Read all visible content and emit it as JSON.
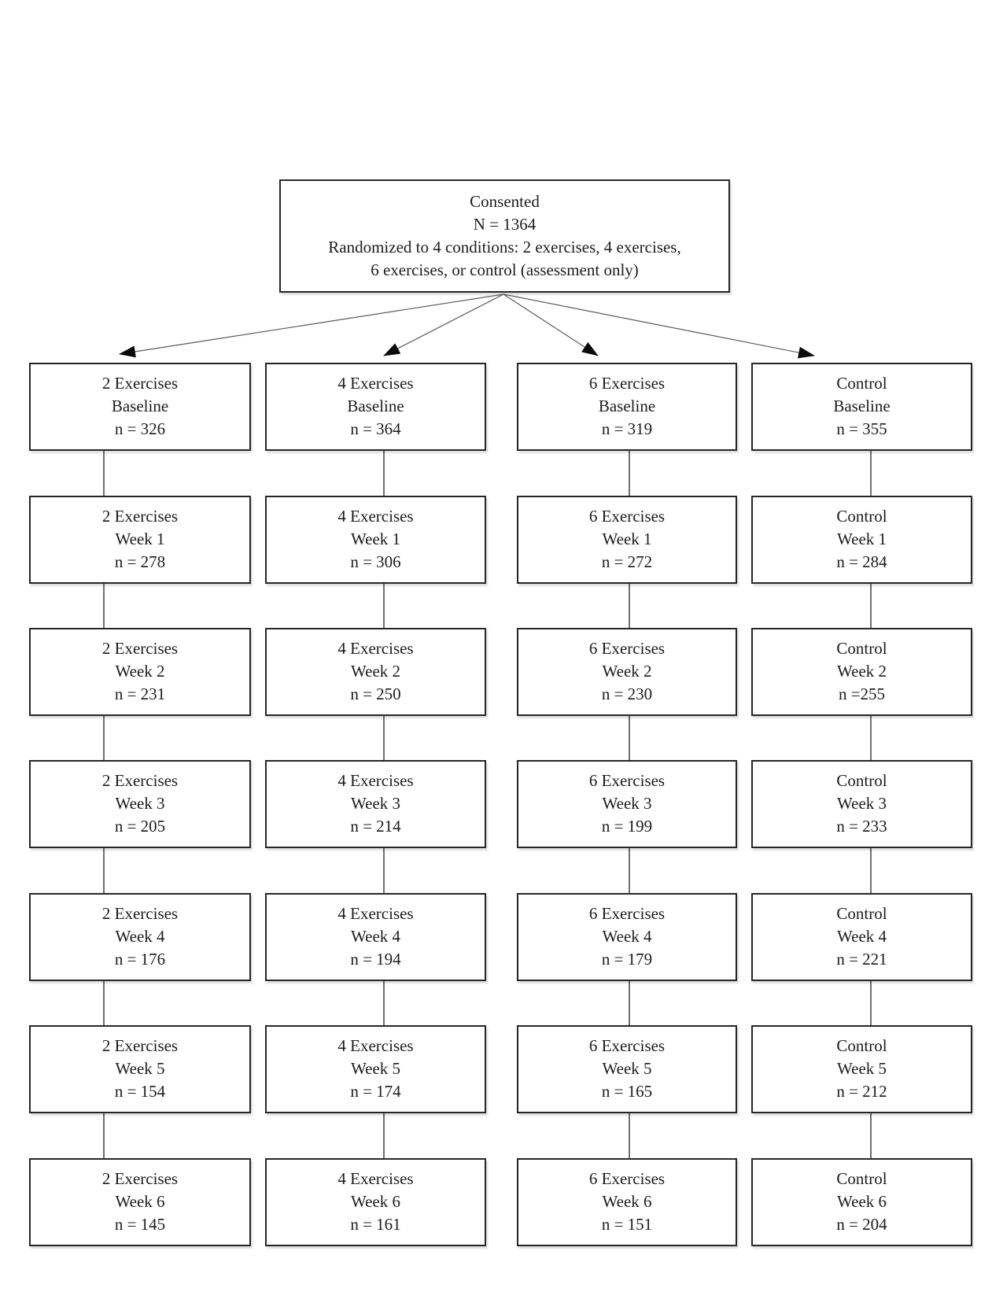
{
  "top_box": {
    "line1": "Consented",
    "line2": "N = 1364",
    "line3": "Randomized to 4 conditions: 2 exercises, 4 exercises,",
    "line4": "6 exercises, or control (assessment only)"
  },
  "columns": [
    {
      "group": "2 Exercises",
      "rows": [
        {
          "stage": "Baseline",
          "n": "n = 326"
        },
        {
          "stage": "Week 1",
          "n": "n = 278"
        },
        {
          "stage": "Week 2",
          "n": "n = 231"
        },
        {
          "stage": "Week 3",
          "n": "n = 205"
        },
        {
          "stage": "Week 4",
          "n": "n = 176"
        },
        {
          "stage": "Week 5",
          "n": "n = 154"
        },
        {
          "stage": "Week 6",
          "n": "n = 145"
        }
      ]
    },
    {
      "group": "4 Exercises",
      "rows": [
        {
          "stage": "Baseline",
          "n": "n = 364"
        },
        {
          "stage": "Week 1",
          "n": "n = 306"
        },
        {
          "stage": "Week 2",
          "n": "n = 250"
        },
        {
          "stage": "Week 3",
          "n": "n = 214"
        },
        {
          "stage": "Week 4",
          "n": "n = 194"
        },
        {
          "stage": "Week 5",
          "n": "n = 174"
        },
        {
          "stage": "Week 6",
          "n": "n = 161"
        }
      ]
    },
    {
      "group": "6 Exercises",
      "rows": [
        {
          "stage": "Baseline",
          "n": "n = 319"
        },
        {
          "stage": "Week 1",
          "n": "n = 272"
        },
        {
          "stage": "Week 2",
          "n": "n = 230"
        },
        {
          "stage": "Week 3",
          "n": "n = 199"
        },
        {
          "stage": "Week 4",
          "n": "n = 179"
        },
        {
          "stage": "Week 5",
          "n": "n = 165"
        },
        {
          "stage": "Week 6",
          "n": "n = 151"
        }
      ]
    },
    {
      "group": "Control",
      "rows": [
        {
          "stage": "Baseline",
          "n": "n = 355"
        },
        {
          "stage": "Week 1",
          "n": "n = 284"
        },
        {
          "stage": "Week 2",
          "n": "n =255"
        },
        {
          "stage": "Week 3",
          "n": "n = 233"
        },
        {
          "stage": "Week 4",
          "n": "n = 221"
        },
        {
          "stage": "Week 5",
          "n": "n = 212"
        },
        {
          "stage": "Week 6",
          "n": "n = 204"
        }
      ]
    }
  ]
}
